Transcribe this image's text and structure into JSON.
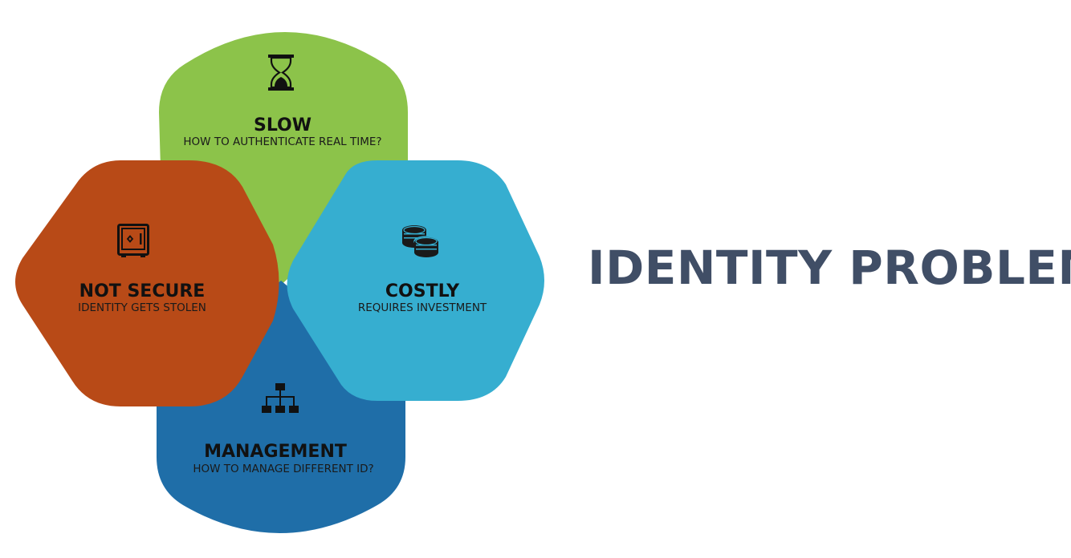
{
  "title": "IDENTITY PROBLEM",
  "colors": {
    "slow": "#8cc34a",
    "not_secure": "#b84a17",
    "costly": "#36aed0",
    "management": "#1f6ea8",
    "title": "#404e66"
  },
  "segments": {
    "slow": {
      "title": "SLOW",
      "subtitle": "HOW TO AUTHENTICATE REAL TIME?",
      "icon": "hourglass-icon"
    },
    "not_secure": {
      "title": "NOT SECURE",
      "subtitle": "IDENTITY GETS STOLEN",
      "icon": "safe-icon"
    },
    "costly": {
      "title": "COSTLY",
      "subtitle": "REQUIRES INVESTMENT",
      "icon": "coins-icon"
    },
    "management": {
      "title": "MANAGEMENT",
      "subtitle": "HOW TO MANAGE DIFFERENT ID?",
      "icon": "hierarchy-icon"
    }
  }
}
